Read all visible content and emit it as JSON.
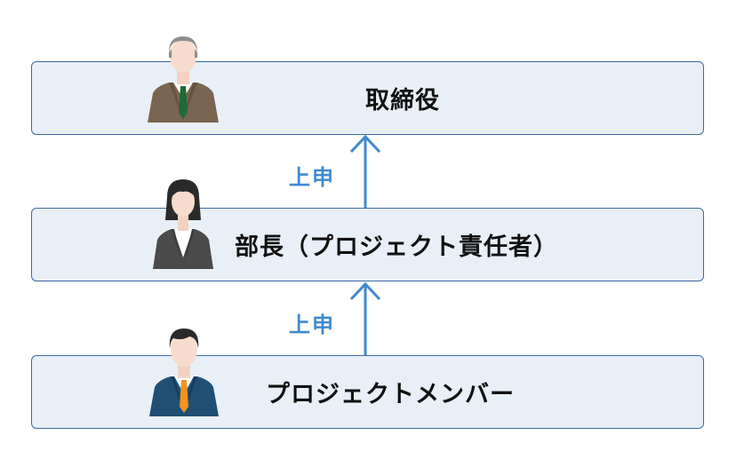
{
  "tiers": [
    {
      "label": "取締役",
      "icon": "executive-man-icon",
      "suit_color": "#7a6551",
      "tie_color": "#1e6b3a"
    },
    {
      "label": "部長（プロジェクト責任者）",
      "icon": "manager-woman-icon",
      "suit_color": "#4a4a4a"
    },
    {
      "label": "プロジェクトメンバー",
      "icon": "member-man-icon",
      "suit_color": "#1f4f74",
      "tie_color": "#f0931e"
    }
  ],
  "arrows": [
    {
      "label": "上申",
      "icon": "arrow-up-icon"
    },
    {
      "label": "上申",
      "icon": "arrow-up-icon"
    }
  ],
  "colors": {
    "box_fill": "#e8eff6",
    "box_border": "#3b6aa6",
    "arrow": "#3f8ad0"
  }
}
